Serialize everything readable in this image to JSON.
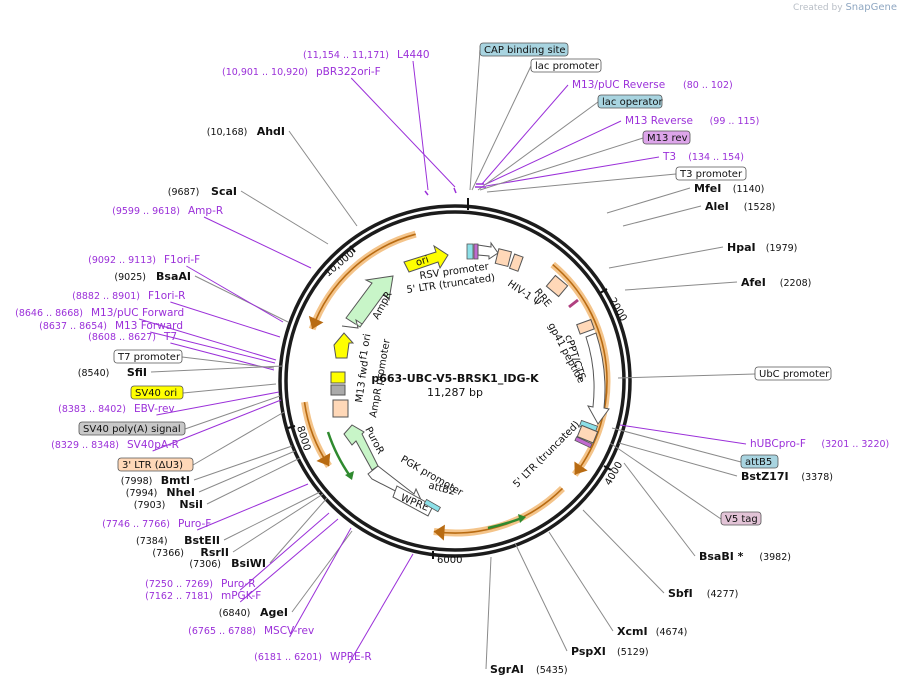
{
  "title": "p663-UBC-V5-BRSK1_IDG-K",
  "size_text": "11,287 bp",
  "watermark": {
    "prefix": "Created by",
    "brand": "SnapGene"
  },
  "colors": {
    "primer": "#9b30d9",
    "enzyme": "#000000",
    "feature_outline": "#444444",
    "orf_fill": "#f4c48a",
    "ori_fill": "#ffff00",
    "promoter_fill": "#ffffff",
    "marker_fill": "#c8f5c8",
    "misc_box": "#ffd8b8",
    "tag_fill": "#e2c3d6"
  },
  "ticks": [
    "2000",
    "4000",
    "6000",
    "8000",
    "10,000"
  ],
  "enzymes_right": [
    {
      "name": "MfeI",
      "pos": "(1140)"
    },
    {
      "name": "AleI",
      "pos": "(1528)"
    },
    {
      "name": "HpaI",
      "pos": "(1979)"
    },
    {
      "name": "AfeI",
      "pos": "(2208)"
    },
    {
      "name": "BstZ17I",
      "pos": "(3378)"
    },
    {
      "name": "BsaBI *",
      "pos": "(3982)"
    },
    {
      "name": "SbfI",
      "pos": "(4277)"
    },
    {
      "name": "XcmI",
      "pos": "(4674)"
    },
    {
      "name": "PspXI",
      "pos": "(5129)"
    },
    {
      "name": "SgrAI",
      "pos": "(5435)"
    }
  ],
  "enzymes_left": [
    {
      "name": "AhdI",
      "pos": "(10,168)"
    },
    {
      "name": "ScaI",
      "pos": "(9687)"
    },
    {
      "name": "BsaAI",
      "pos": "(9025)"
    },
    {
      "name": "SfiI",
      "pos": "(8540)"
    },
    {
      "name": "BmtI",
      "pos": "(7998)"
    },
    {
      "name": "NheI",
      "pos": "(7994)"
    },
    {
      "name": "NsiI",
      "pos": "(7903)"
    },
    {
      "name": "BstEII",
      "pos": "(7384)"
    },
    {
      "name": "RsrII",
      "pos": "(7366)"
    },
    {
      "name": "BsiWI",
      "pos": "(7306)"
    },
    {
      "name": "AgeI",
      "pos": "(6840)"
    }
  ],
  "primers_left": [
    {
      "name": "L4440",
      "range": "(11,154 .. 11,171)"
    },
    {
      "name": "pBR322ori-F",
      "range": "(10,901 .. 10,920)"
    },
    {
      "name": "Amp-R",
      "range": "(9599 .. 9618)"
    },
    {
      "name": "F1ori-F",
      "range": "(9092 .. 9113)"
    },
    {
      "name": "F1ori-R",
      "range": "(8882 .. 8901)"
    },
    {
      "name": "M13/pUC Forward",
      "range": "(8646 .. 8668)"
    },
    {
      "name": "M13 Forward",
      "range": "(8637 .. 8654)"
    },
    {
      "name": "T7",
      "range": "(8608 .. 8627)"
    },
    {
      "name": "EBV-rev",
      "range": "(8383 .. 8402)"
    },
    {
      "name": "SV40pA-R",
      "range": "(8329 .. 8348)"
    },
    {
      "name": "Puro-F",
      "range": "(7746 .. 7766)"
    },
    {
      "name": "Puro-R",
      "range": "(7250 .. 7269)"
    },
    {
      "name": "mPGK-F",
      "range": "(7162 .. 7181)"
    },
    {
      "name": "MSCV-rev",
      "range": "(6765 .. 6788)"
    },
    {
      "name": "WPRE-R",
      "range": "(6181 .. 6201)"
    }
  ],
  "primers_right": [
    {
      "name": "M13/pUC Reverse",
      "range": "(80 .. 102)"
    },
    {
      "name": "M13 Reverse",
      "range": "(99 .. 115)"
    },
    {
      "name": "T3",
      "range": "(134 .. 154)"
    },
    {
      "name": "hUBCpro-F",
      "range": "(3201 .. 3220)"
    }
  ],
  "boxed_labels": {
    "cap": "CAP binding site",
    "lac_promoter": "lac promoter",
    "lac_operator": "lac operator",
    "m13rev": "M13 rev",
    "t3_promoter": "T3 promoter",
    "ubc_promoter": "UbC promoter",
    "attB5": "attB5",
    "v5": "V5 tag",
    "t7_promoter": "T7 promoter",
    "sv40ori": "SV40 ori",
    "sv40pa": "SV40 poly(A) signal",
    "ltr3": "3' LTR (ΔU3)"
  },
  "inner_labels": {
    "rsv": "RSV promoter",
    "ltr5a": "5' LTR (truncated)",
    "hiv": "HIV-1 Ψ",
    "rre": "RRE",
    "cppt": "cPPT/CTS",
    "gp41": "gp41 peptide",
    "ltr5b": "5' LTR (truncated)",
    "pgk": "PGK promoter",
    "attb2": "attB2",
    "wpre": "WPRE",
    "puror": "PuroR",
    "amppro": "AmpR promoter",
    "m13fwd": "M13 fwd",
    "f1ori": "f1 ori",
    "ampr": "AmpR",
    "ori": "ori"
  }
}
